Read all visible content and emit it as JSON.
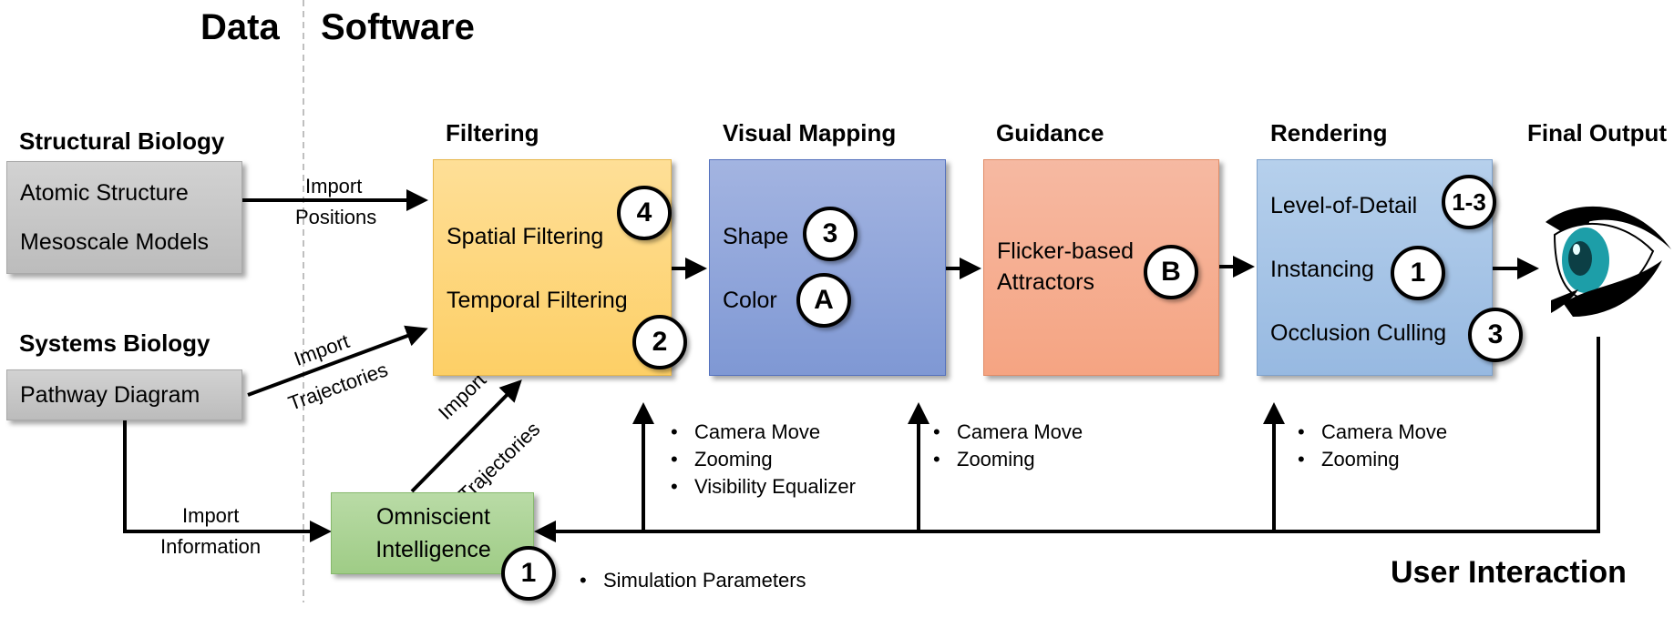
{
  "headers": {
    "data": "Data",
    "software": "Software",
    "user_interaction": "User Interaction"
  },
  "sections": {
    "structural_biology": "Structural Biology",
    "systems_biology": "Systems Biology",
    "filtering": "Filtering",
    "visual_mapping": "Visual Mapping",
    "guidance": "Guidance",
    "rendering": "Rendering",
    "final_output": "Final Output"
  },
  "data_boxes": {
    "atomic_structure": "Atomic Structure",
    "mesoscale_models": "Mesoscale Models",
    "pathway_diagram": "Pathway Diagram"
  },
  "filtering_box": {
    "spatial": "Spatial Filtering",
    "temporal": "Temporal Filtering",
    "badge_spatial": "4",
    "badge_temporal": "2"
  },
  "visual_mapping_box": {
    "shape": "Shape",
    "color": "Color",
    "badge_shape": "3",
    "badge_color": "A"
  },
  "guidance_box": {
    "line1": "Flicker-based",
    "line2": "Attractors",
    "badge": "B"
  },
  "rendering_box": {
    "lod": "Level-of-Detail",
    "instancing": "Instancing",
    "occlusion": "Occlusion Culling",
    "badge_lod": "1-3",
    "badge_instancing": "1",
    "badge_occlusion": "3"
  },
  "omniscient_box": {
    "line1": "Omniscient",
    "line2": "Intelligence",
    "badge": "1"
  },
  "arrow_labels": {
    "import_positions_1": "Import",
    "import_positions_2": "Positions",
    "import_traj_1": "Import",
    "import_traj_2": "Trajectories",
    "import_traj_b1": "Import",
    "import_traj_b2": "Trajectories",
    "import_info_1": "Import",
    "import_info_2": "Information"
  },
  "interaction_lists": {
    "filtering": [
      "Camera Move",
      "Zooming",
      "Visibility Equalizer"
    ],
    "visual_mapping": [
      "Camera Move",
      "Zooming"
    ],
    "rendering": [
      "Camera Move",
      "Zooming"
    ],
    "omniscient": [
      "Simulation Parameters"
    ]
  },
  "colors": {
    "filtering": "#fdd57a",
    "visual_mapping": "#8ea4da",
    "guidance": "#f5ad8e",
    "rendering": "#a6c4e7",
    "omniscient": "#aad394",
    "data": "#c8c8c8",
    "eye_iris": "#1d9ea8"
  }
}
